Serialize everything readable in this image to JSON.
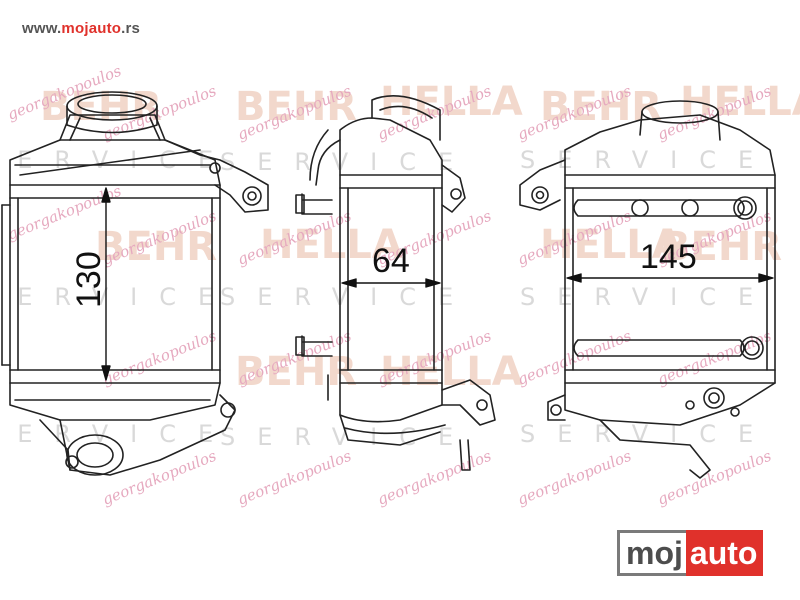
{
  "header": {
    "url_prefix": "www.",
    "url_brand": "mojauto",
    "url_suffix": ".rs"
  },
  "dimensions": {
    "height": "130",
    "depth": "64",
    "width": "145"
  },
  "watermarks": {
    "brand_behr": "BEHR",
    "brand_hella": "HELLA",
    "service": "SERVICE",
    "dealer": "georgakopoulos"
  },
  "logo": {
    "part1": "moj",
    "part2": "auto"
  },
  "colors": {
    "line": "#222222",
    "accent": "#e0312b",
    "watermark_brand": "#f2d8cc",
    "watermark_dealer": "#e6a9bf"
  }
}
